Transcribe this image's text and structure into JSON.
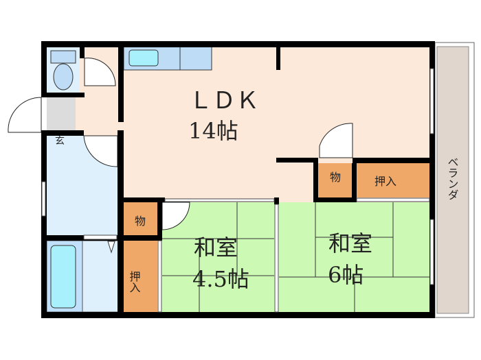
{
  "rooms": {
    "ldk": {
      "name": "ＬＤＫ",
      "size": "14帖"
    },
    "washitsu_a": {
      "name": "和室",
      "size": "4.5帖"
    },
    "washitsu_b": {
      "name": "和室",
      "size": "6帖"
    },
    "storage_left": "物",
    "closet_left": "押入",
    "storage_right": "物",
    "closet_right": "押入",
    "entrance": "玄",
    "veranda": "ベランダ"
  },
  "colors": {
    "ldk": "#fde9da",
    "tatami": "#ccf9b4",
    "storage": "#f0a868",
    "wet_area": "#ddf0fc",
    "fixture": "#bfdcf7",
    "water": "#a8f0fc",
    "entrance": "#dcdcdc",
    "veranda": "#e0d6cd"
  }
}
